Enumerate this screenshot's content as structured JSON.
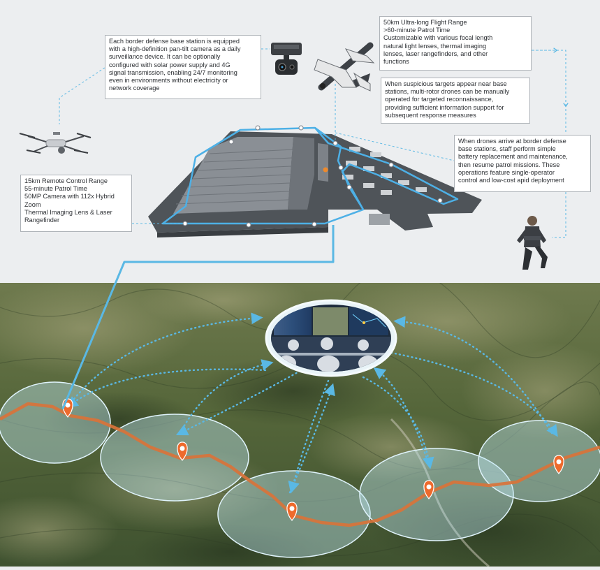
{
  "callouts": {
    "base_station": [
      "Each border defense base station is equipped",
      "with a high-definition pan-tilt camera as a daily",
      "surveillance device. It can be optionally",
      "configured with solar power supply and 4G",
      "signal transmission, enabling 24/7 monitoring",
      "even in environments without electricity or",
      "network coverage"
    ],
    "fixed_wing": [
      "50km Ultra-long Flight Range",
      ">60-minute Patrol Time",
      "Customizable with various focal length",
      "natural light lenses, thermal imaging",
      "lenses, laser rangefinders, and other",
      "functions"
    ],
    "multi_rotor": [
      "When suspicious targets appear near base",
      "stations, multi-rotor drones can be manually",
      "operated for targeted reconnaissance,",
      "providing sufficient information support for",
      "subsequent response measures"
    ],
    "battery": [
      "When drones arrive at border defense",
      "base stations, staff perform simple",
      "battery replacement and maintenance,",
      "then resume patrol missions. These",
      "operations feature single-operator",
      "control and low-cost apid deployment"
    ],
    "quadcopter": [
      "15km Remote Control Range",
      "55-minute Patrol Time",
      "50MP Camera with 112x Hybrid",
      "Zoom",
      "Thermal Imaging Lens & Laser",
      "Rangefinder"
    ]
  },
  "icons": {
    "quadcopter": "quadcopter-drone-icon",
    "ptz_camera": "pan-tilt-camera-icon",
    "fixed_wing": "fixed-wing-drone-icon",
    "operator": "running-operator-icon",
    "base": "base-station-building-icon",
    "control_center": "command-center-icon",
    "location_pin": "location-pin-icon"
  },
  "colors": {
    "top_background": "#eceef0",
    "link_blue": "#5ab8e4",
    "route_orange": "#d9733a",
    "pin_orange": "#ee6a2c",
    "coverage_fill": "#bfe6f4",
    "terrain": "#5c6a3c"
  }
}
